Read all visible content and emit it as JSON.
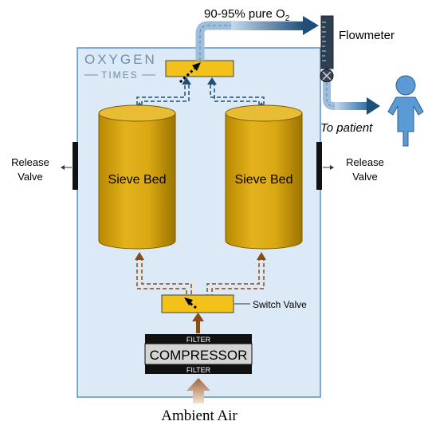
{
  "header": {
    "output_purity": "90-95% pure O",
    "output_subscript": "2",
    "flowmeter": "Flowmeter",
    "to_patient": "To patient"
  },
  "logo": {
    "line1": "OXYGEN",
    "line2": "TIMES"
  },
  "sieve_beds": {
    "left": "Sieve Bed",
    "right": "Sieve Bed"
  },
  "release_valves": {
    "left_line1": "Release",
    "left_line2": "Valve",
    "right_line1": "Release",
    "right_line2": "Valve"
  },
  "switch_valve": "Switch Valve",
  "compressor": {
    "filter_top": "FILTER",
    "label": "COMPRESSOR",
    "filter_bottom": "FILTER"
  },
  "input": "Ambient Air",
  "colors": {
    "enclosure": "#dce9f6",
    "enclosure_border": "#5b8fc4",
    "sieve_gold": "#d9a812",
    "valve_yellow": "#f2c21a",
    "pipe_blue": "#1f4e79",
    "pipe_brown": "#8a4b17",
    "patient_blue": "#5b9bd5"
  }
}
